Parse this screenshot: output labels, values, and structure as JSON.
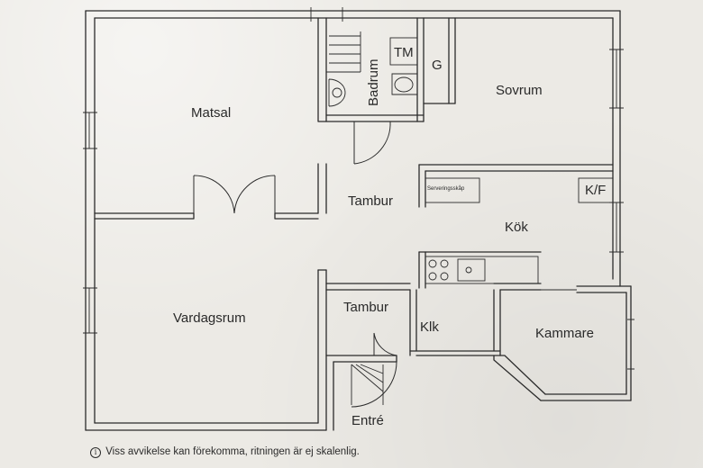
{
  "rooms": {
    "matsal": "Matsal",
    "badrum": "Badrum",
    "tm": "TM",
    "g": "G",
    "sovrum": "Sovrum",
    "tambur_upper": "Tambur",
    "serveringsskap": "Serveringsskåp",
    "kf": "K/F",
    "kok": "Kök",
    "vardagsrum": "Vardagsrum",
    "tambur_lower": "Tambur",
    "klk": "Klk",
    "kammare": "Kammare",
    "entre": "Entré"
  },
  "footnote": {
    "icon": "info-icon",
    "text": "Viss avvikelse kan förekomma, ritningen är ej skalenlig."
  }
}
